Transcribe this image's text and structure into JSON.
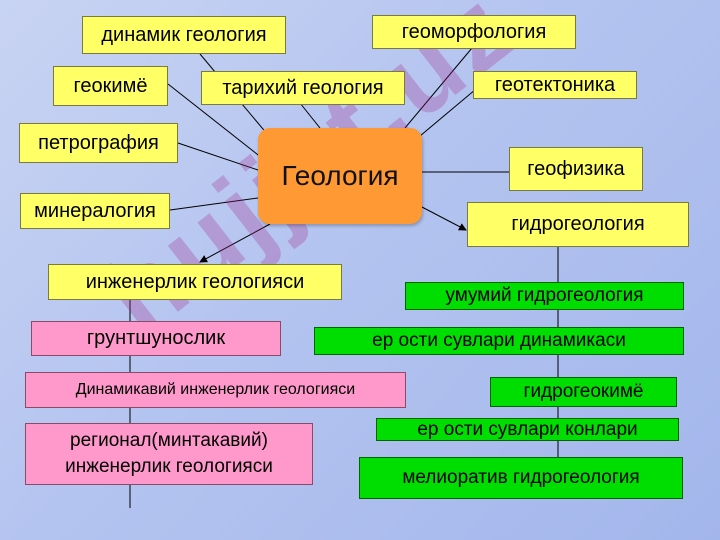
{
  "center": "Геология",
  "branches_left": {
    "dynamic": "динамик геология",
    "geochem": "геокимё",
    "petro": "петрография",
    "mineral": "минералогия",
    "historical": "тарихий геология"
  },
  "branches_right": {
    "geomorph": "геоморфология",
    "geotect": "геотектоника",
    "geophys": "геофизика"
  },
  "engineering": {
    "title": "инженерлик геологияси",
    "items": [
      "грунтшунослик",
      "Динамикавий инженерлик геологияси",
      "регионал(минтакавий)",
      "инженерлик геологияси"
    ]
  },
  "hydro": {
    "title": "гидрогеология",
    "items": [
      "умумий гидрогеология",
      "ер ости сувлари динамикаси",
      "гидрогеокимё",
      "ер ости сувлари конлари",
      "мелиоратив гидрогеология"
    ]
  },
  "watermark": "hujjat.uz",
  "colors": {
    "yellow": "#ffff66",
    "pink": "#ff99cc",
    "green": "#00dd00",
    "center": "#ff9933"
  }
}
